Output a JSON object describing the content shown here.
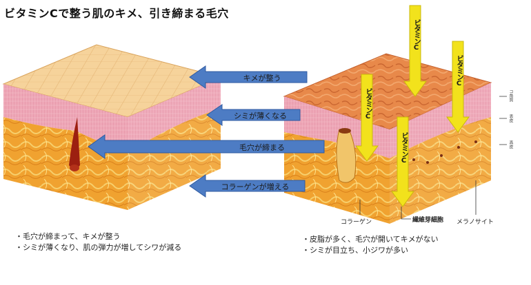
{
  "title": "ビタミンCで整う肌のキメ、引き締まる毛穴",
  "arrows": [
    {
      "label": "キメが整う"
    },
    {
      "label": "シミが薄くなる"
    },
    {
      "label": "毛穴が締まる"
    },
    {
      "label": "コラーゲンが増える"
    }
  ],
  "vitamin_label": "ビタミンC",
  "callouts": {
    "collagen": "コラーゲン",
    "fibroblast": "繊維芽細胞",
    "melanocyte": "メラノサイト"
  },
  "edge_labels": [
    "コ角質",
    "表皮",
    "真皮"
  ],
  "left_notes": [
    "・毛穴が締まって、キメが整う",
    "・シミが薄くなり、肌の弾力が増してシワが減る"
  ],
  "right_notes": [
    "・皮脂が多く、毛穴が開いてキメがない",
    "・シミが目立ち、小ジワが多い"
  ],
  "colors": {
    "arrow_blue": "#4d7cc4",
    "vitamin_yellow": "#f2e21c",
    "skin_top_healthy": "#f6d39b",
    "skin_top_damaged": "#e8894a",
    "epidermis_pink": "#eaa5b6",
    "dermis_orange": "#f0a230"
  }
}
